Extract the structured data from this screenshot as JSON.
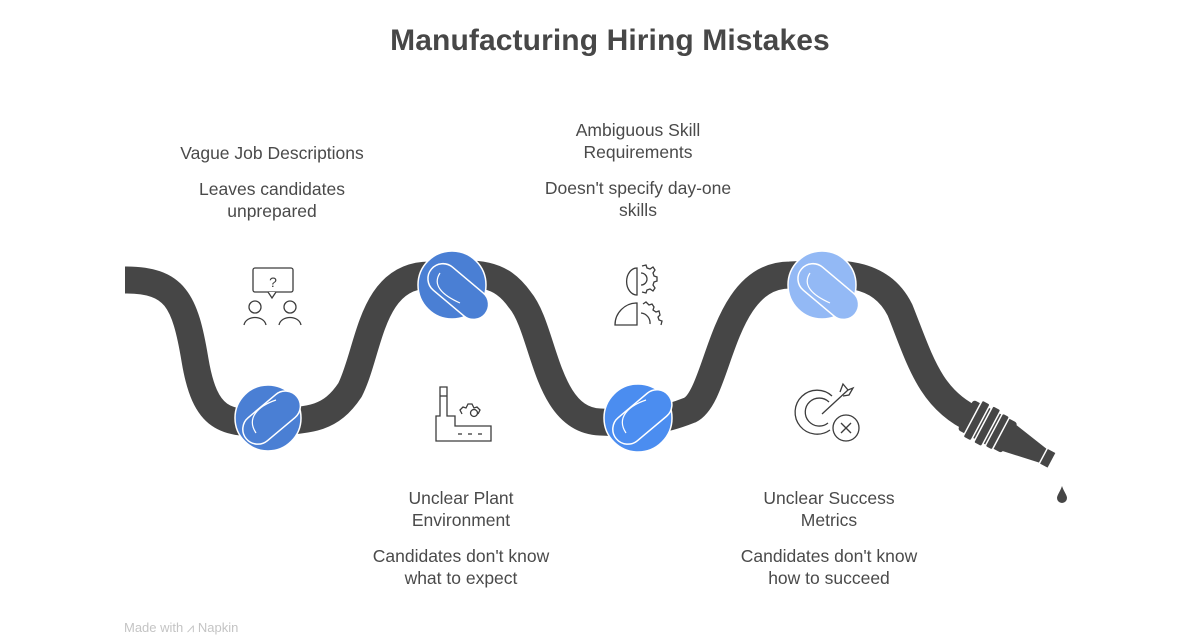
{
  "title": "Manufacturing Hiring Mistakes",
  "colors": {
    "hose": "#464646",
    "knot_1": "#4a7fd4",
    "knot_2": "#4a7fd4",
    "knot_3": "#4b8df0",
    "knot_4": "#93b9f5",
    "icon_stroke": "#3c3c3c",
    "text": "#4a4a4a"
  },
  "steps": [
    {
      "heading": "Vague Job Descriptions",
      "description_line1": "Leaves candidates",
      "description_line2": "unprepared",
      "icon": "people-question-icon",
      "position": "top"
    },
    {
      "heading_line1": "Unclear Plant",
      "heading_line2": "Environment",
      "description_line1": "Candidates don't know",
      "description_line2": "what to expect",
      "icon": "factory-gear-icon",
      "position": "bottom"
    },
    {
      "heading_line1": "Ambiguous Skill",
      "heading_line2": "Requirements",
      "description_line1": "Doesn't specify day-one",
      "description_line2": "skills",
      "icon": "head-gears-icon",
      "position": "top"
    },
    {
      "heading_line1": "Unclear Success",
      "heading_line2": "Metrics",
      "description_line1": "Candidates don't know",
      "description_line2": "how to succeed",
      "icon": "target-cancel-icon",
      "position": "bottom"
    }
  ],
  "footer": {
    "label": "Made with",
    "brand": "Napkin"
  }
}
